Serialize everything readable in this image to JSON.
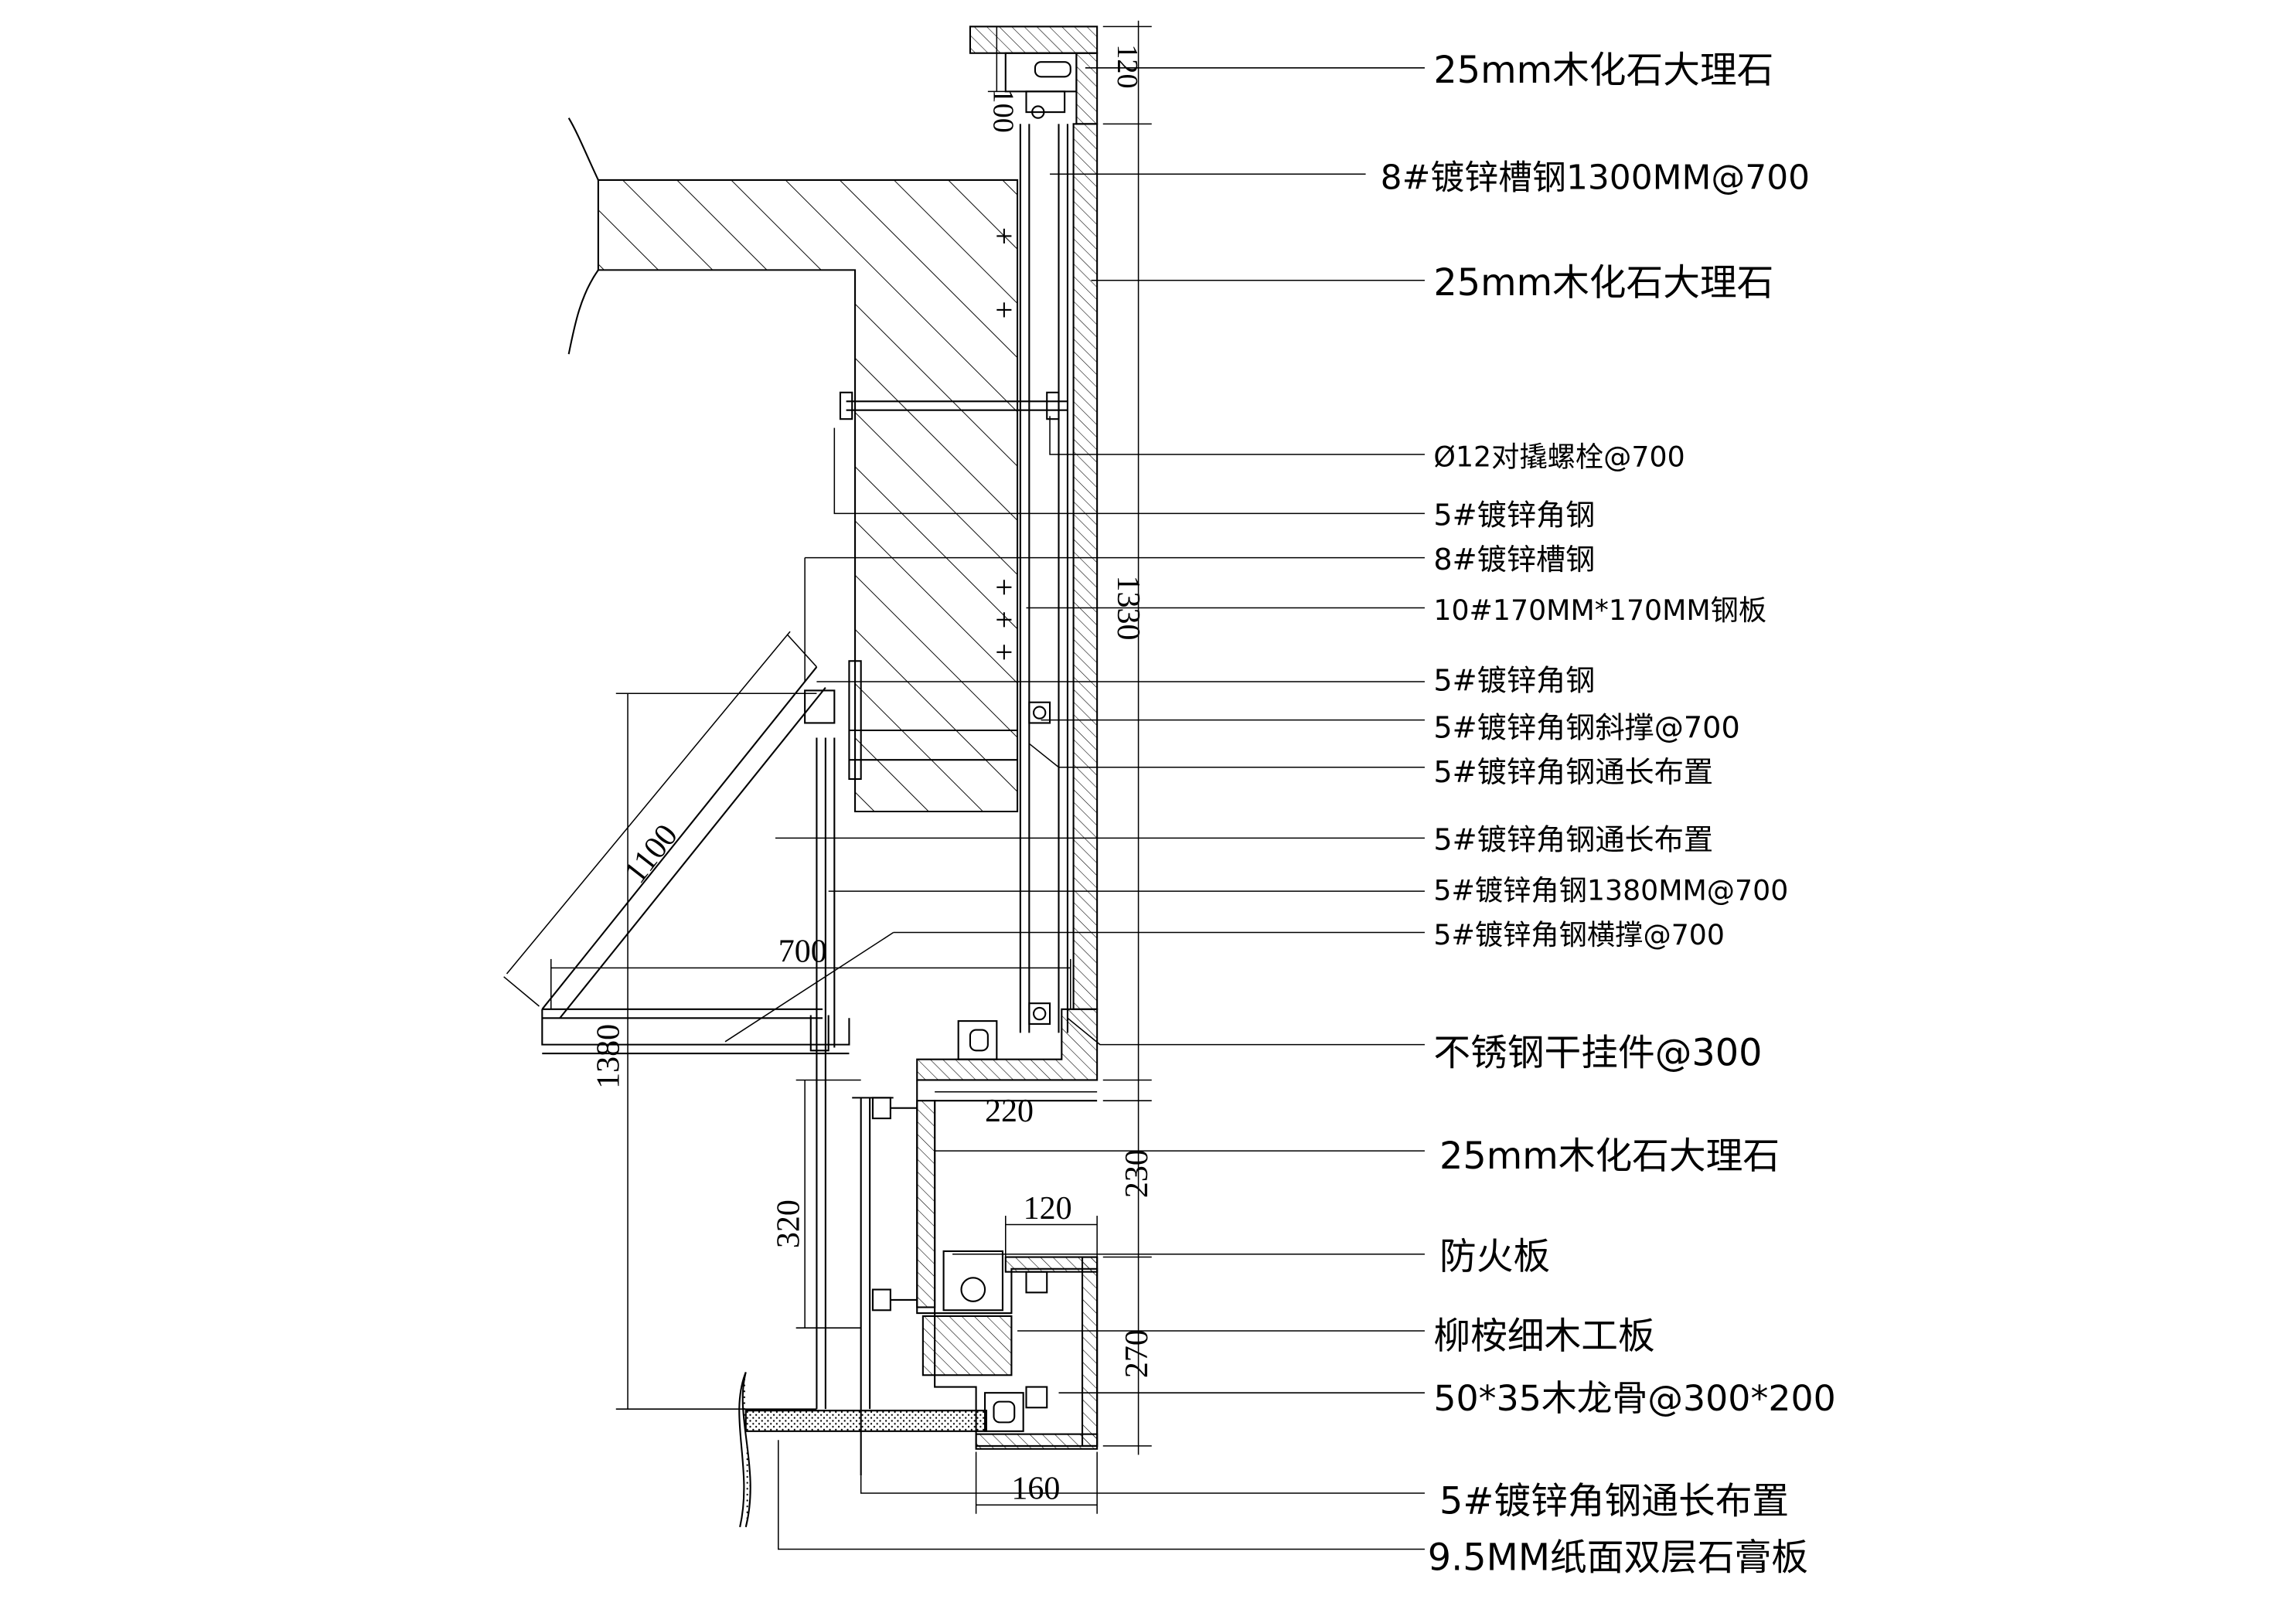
{
  "labels": [
    "25mm木化石大理石",
    "8#镀锌槽钢1300MM@700",
    "25mm木化石大理石",
    "Ø12对撬螺栓@700",
    "5#镀锌角钢",
    "8#镀锌槽钢",
    "10#170MM*170MM钢板",
    "5#镀锌角钢",
    "5#镀锌角钢斜撑@700",
    "5#镀锌角钢通长布置",
    "5#镀锌角钢通长布置",
    "5#镀锌角钢1380MM@700",
    "5#镀锌角钢横撑@700",
    "不锈钢干挂件@300",
    "25mm木化石大理石",
    "防火板",
    "柳桉细木工板",
    "50*35木龙骨@300*200",
    "5#镀锌角钢通长布置",
    "9.5MM纸面双层石膏板"
  ],
  "dimensions": {
    "d100": "100",
    "d120_top": "120",
    "d1330": "1330",
    "d1100": "1100",
    "d700": "700",
    "d1380": "1380",
    "d220": "220",
    "d230": "230",
    "d320": "320",
    "d120_mid": "120",
    "d270": "270",
    "d160": "160"
  }
}
